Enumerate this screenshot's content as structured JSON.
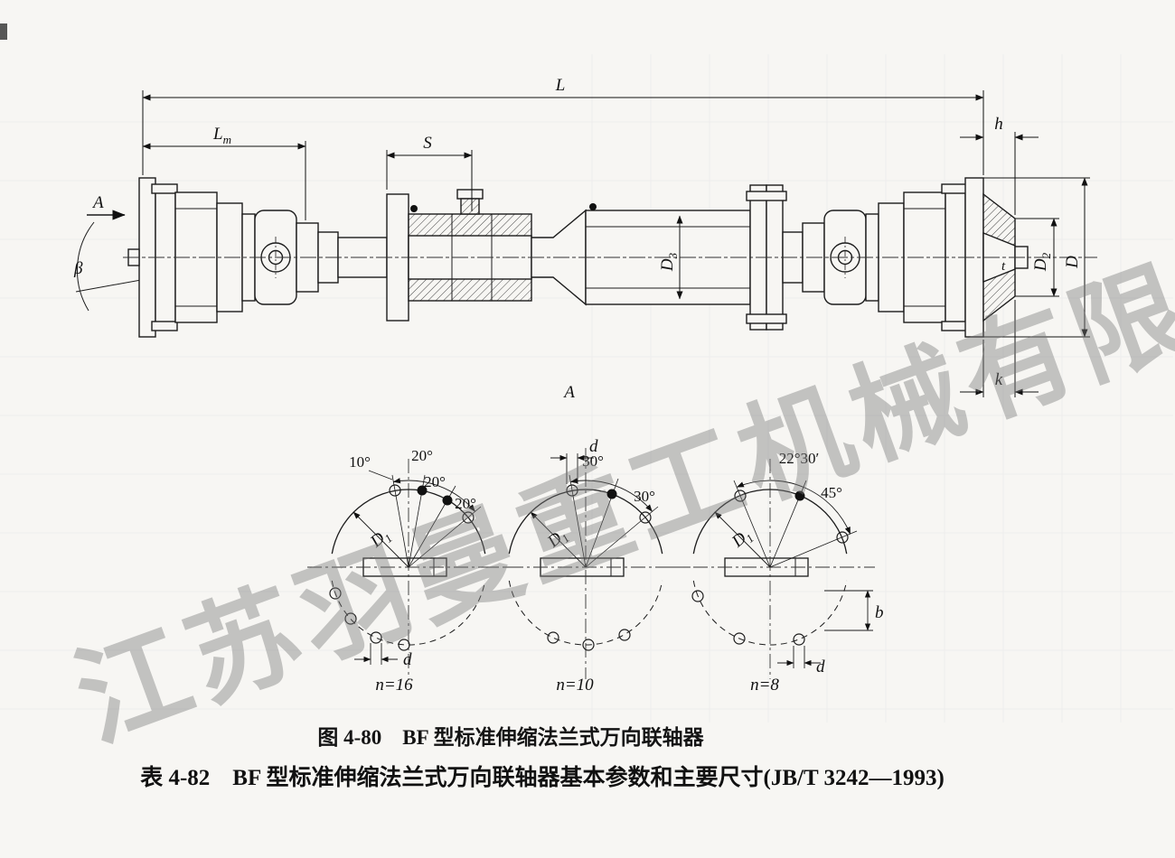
{
  "watermark": "江苏羽曼重工机械有限公司",
  "caption": {
    "figure": "图 4-80　BF 型标准伸缩法兰式万向联轴器",
    "table": "表 4-82　BF 型标准伸缩法兰式万向联轴器基本参数和主要尺寸(JB/T 3242—1993)"
  },
  "labels": {
    "L": "L",
    "sub_m": "m",
    "S": "S",
    "h": "h",
    "k": "k",
    "t": "t",
    "b": "b",
    "d": "d",
    "D": "D",
    "sub_1": "1",
    "sub_2": "2",
    "sub_3": "3",
    "A": "A",
    "beta": "β"
  },
  "bolt_diagrams": [
    {
      "a1": "10°",
      "a2": "20°",
      "a3": "20°",
      "a4": "20°",
      "n": "n=16"
    },
    {
      "a1": "30°",
      "a2": "30°",
      "n": "n=10"
    },
    {
      "a1": "22°30′",
      "a2": "45°",
      "n": "n=8"
    }
  ]
}
